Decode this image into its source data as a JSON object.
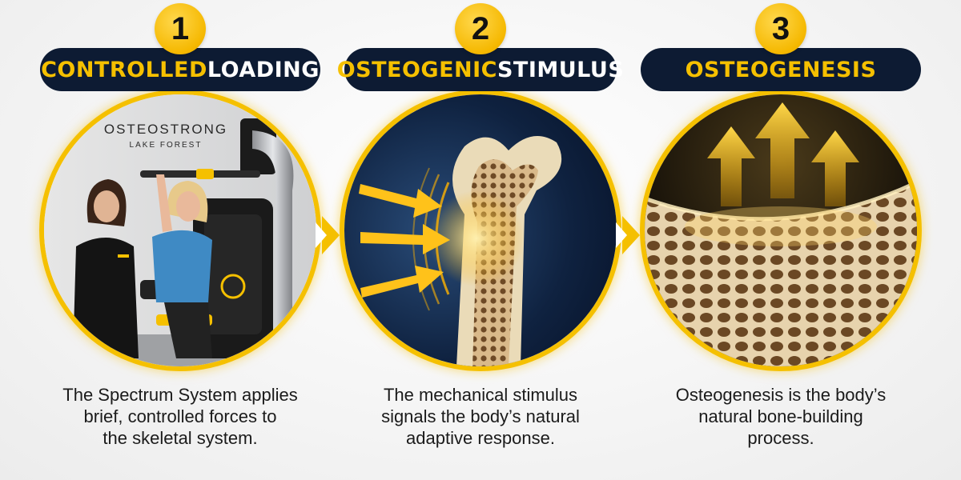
{
  "steps": [
    {
      "number": "1",
      "title_highlight": "CONTROLLED",
      "title_rest": " LOADING",
      "desc_lines": [
        "The Spectrum System applies",
        "brief, controlled forces to",
        "the skeletal system."
      ],
      "brand_name": "OSTEOSTRONG",
      "brand_location": "LAKE FOREST"
    },
    {
      "number": "2",
      "title_highlight": "OSTEOGENIC",
      "title_rest": " STIMULUS",
      "desc_lines": [
        "The mechanical stimulus",
        "signals the body’s natural",
        "adaptive response."
      ]
    },
    {
      "number": "3",
      "title_highlight": "OSTEOGENESIS",
      "title_rest": "",
      "desc_lines": [
        "Osteogenesis is the body’s",
        "natural bone-building",
        "process."
      ]
    }
  ],
  "colors": {
    "accent": "#f5c000",
    "pill": "#0d1b33",
    "bone": "#e8d3ad"
  },
  "icons": {
    "connector": "chevron-right-icon",
    "force": "arrow-right-icon",
    "growth": "arrow-up-icon"
  }
}
